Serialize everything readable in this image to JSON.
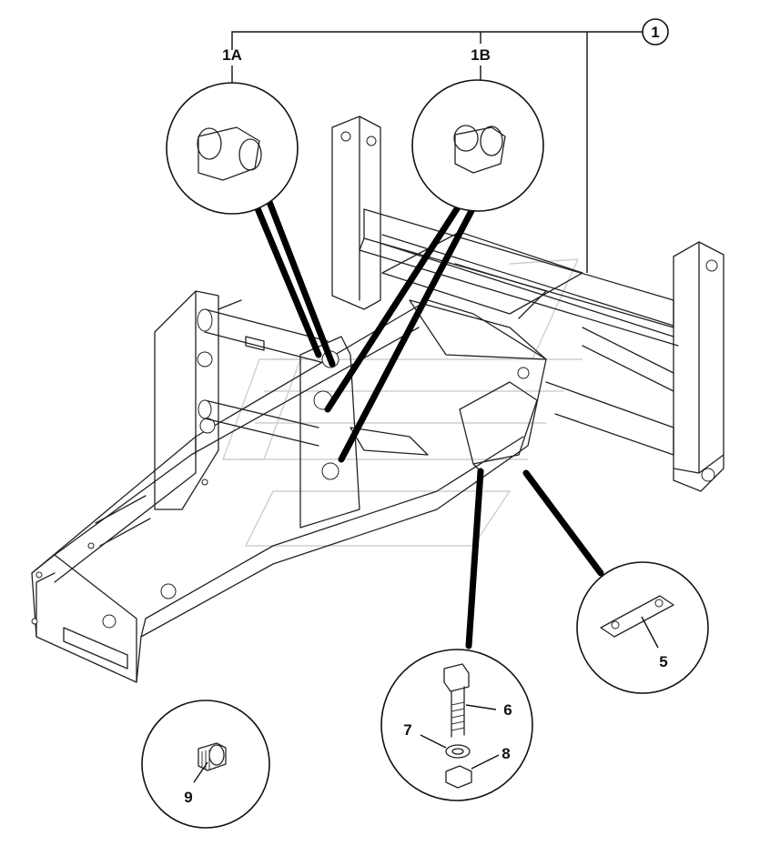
{
  "callouts": {
    "main": "1",
    "a": "1A",
    "b": "1B",
    "plate": "5",
    "bolt": "6",
    "washer": "7",
    "nut": "8",
    "plug": "9"
  }
}
